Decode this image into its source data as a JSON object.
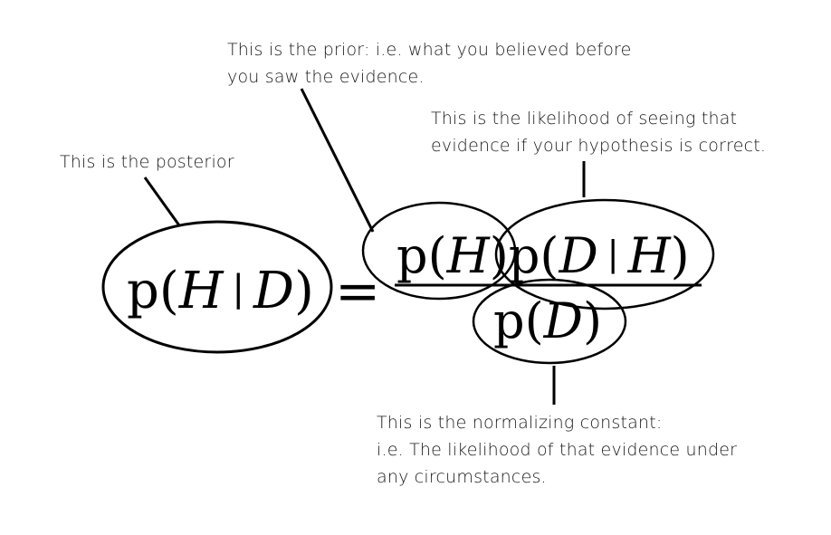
{
  "annotations": {
    "prior": {
      "lines": [
        "This is the prior: i.e. what you believed before",
        "you saw the evidence."
      ]
    },
    "likelihood": {
      "lines": [
        "This is the likelihood of seeing that",
        "evidence if your hypothesis is correct."
      ]
    },
    "posterior": {
      "lines": [
        "This is the posterior"
      ]
    },
    "normalizer": {
      "lines": [
        "This is the normalizing constant:",
        "i.e. The likelihood of that evidence under",
        "any circumstances."
      ]
    }
  },
  "equation": {
    "lhs": {
      "p": "p(",
      "h": "H",
      "bar": "|",
      "d": "D",
      "close": ")"
    },
    "equals": "=",
    "numerator": {
      "prior_p": "p(",
      "prior_h": "H",
      "prior_close": ")",
      "lik_p": "p(",
      "lik_d": "D",
      "lik_bar": "|",
      "lik_h": "H",
      "lik_close": ")"
    },
    "denominator": {
      "p": "p(",
      "d": "D",
      "close": ")"
    }
  },
  "colors": {
    "ink": "#000000",
    "text": "#1a1a1a",
    "background": "#ffffff"
  }
}
